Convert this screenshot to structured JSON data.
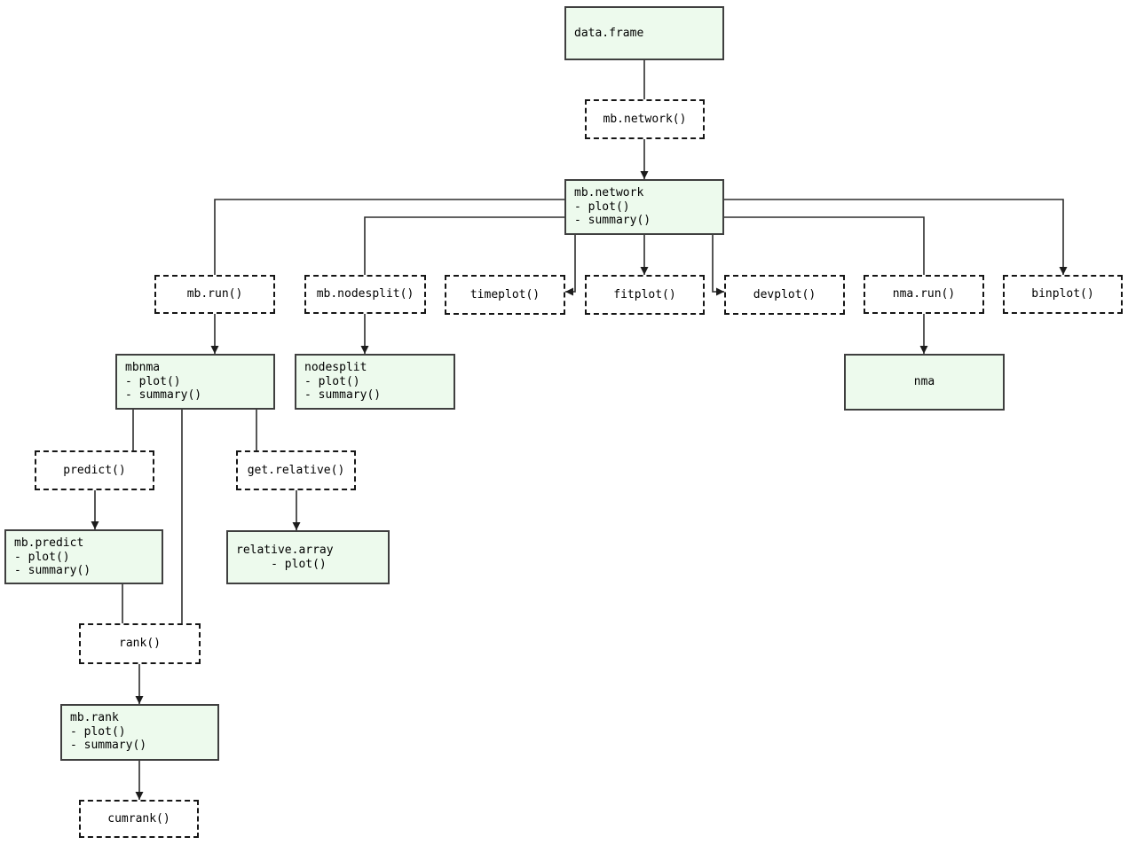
{
  "diagram": {
    "colors": {
      "object_fill": "#edfaed",
      "solid_border": "#3f3f3f",
      "dashed_border": "#161616",
      "line": "#2d2d2d",
      "background": "#ffffff",
      "text": "#000000"
    },
    "nodes": {
      "data_frame": {
        "label": "data.frame",
        "type": "object"
      },
      "mb_network_call": {
        "label": "mb.network()",
        "type": "function"
      },
      "mb_network": {
        "label": "mb.network\n- plot()\n- summary()",
        "type": "object"
      },
      "mb_run": {
        "label": "mb.run()",
        "type": "function"
      },
      "mb_nodesplit": {
        "label": "mb.nodesplit()",
        "type": "function"
      },
      "timeplot": {
        "label": "timeplot()",
        "type": "function"
      },
      "fitplot": {
        "label": "fitplot()",
        "type": "function"
      },
      "devplot": {
        "label": "devplot()",
        "type": "function"
      },
      "nma_run": {
        "label": "nma.run()",
        "type": "function"
      },
      "binplot": {
        "label": "binplot()",
        "type": "function"
      },
      "mbnma": {
        "label": "mbnma\n- plot()\n- summary()",
        "type": "object"
      },
      "nodesplit": {
        "label": "nodesplit\n- plot()\n- summary()",
        "type": "object"
      },
      "nma": {
        "label": "nma",
        "type": "object"
      },
      "predict": {
        "label": "predict()",
        "type": "function"
      },
      "get_relative": {
        "label": "get.relative()",
        "type": "function"
      },
      "mb_predict": {
        "label": "mb.predict\n- plot()\n- summary()",
        "type": "object"
      },
      "relative_array": {
        "label": "relative.array\n     - plot()",
        "type": "object"
      },
      "rank": {
        "label": "rank()",
        "type": "function"
      },
      "mb_rank": {
        "label": "mb.rank\n- plot()\n- summary()",
        "type": "object"
      },
      "cumrank": {
        "label": "cumrank()",
        "type": "function"
      }
    },
    "edges": [
      {
        "from": "data.frame",
        "to": "mb.network()",
        "arrow": false
      },
      {
        "from": "mb.network()",
        "to": "mb.network",
        "arrow": true
      },
      {
        "from": "mb.network",
        "to": "mb.run()",
        "arrow": false
      },
      {
        "from": "mb.network",
        "to": "mb.nodesplit()",
        "arrow": false
      },
      {
        "from": "mb.network",
        "to": "timeplot()",
        "arrow": true
      },
      {
        "from": "mb.network",
        "to": "fitplot()",
        "arrow": true
      },
      {
        "from": "mb.network",
        "to": "devplot()",
        "arrow": true
      },
      {
        "from": "mb.network",
        "to": "nma.run()",
        "arrow": false
      },
      {
        "from": "mb.network",
        "to": "binplot()",
        "arrow": true
      },
      {
        "from": "mb.run()",
        "to": "mbnma",
        "arrow": true
      },
      {
        "from": "mb.nodesplit()",
        "to": "nodesplit",
        "arrow": true
      },
      {
        "from": "nma.run()",
        "to": "nma",
        "arrow": true
      },
      {
        "from": "mbnma",
        "to": "predict()",
        "arrow": false
      },
      {
        "from": "mbnma",
        "to": "rank()",
        "arrow": false
      },
      {
        "from": "mbnma",
        "to": "get.relative()",
        "arrow": false
      },
      {
        "from": "predict()",
        "to": "mb.predict",
        "arrow": true
      },
      {
        "from": "get.relative()",
        "to": "relative.array",
        "arrow": true
      },
      {
        "from": "mb.predict",
        "to": "rank()",
        "arrow": false
      },
      {
        "from": "rank()",
        "to": "mb.rank",
        "arrow": true
      },
      {
        "from": "mb.rank",
        "to": "cumrank()",
        "arrow": true
      }
    ]
  }
}
